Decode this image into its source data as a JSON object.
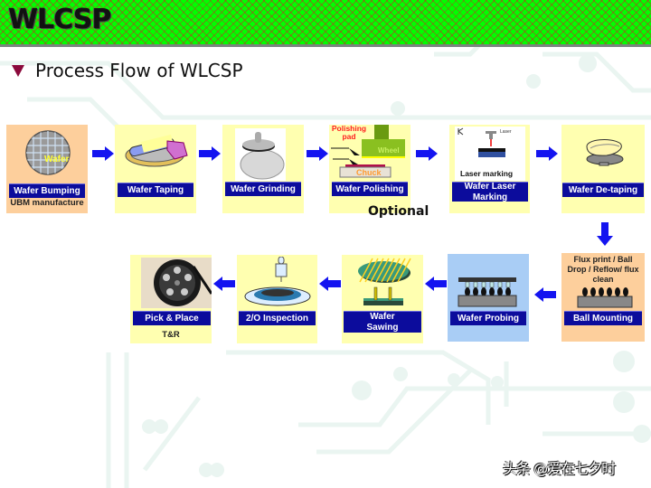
{
  "header": {
    "title": "WLCSP"
  },
  "subtitle": {
    "bullet_icon": "down-triangle-icon",
    "text": "Process Flow of WLCSP"
  },
  "colors": {
    "header_green": "#00ff00",
    "label_blue": "#0c0c9c",
    "box_yellow": "#ffffb0",
    "box_peach": "#fdcf9c",
    "box_lightblue": "#a9cdf5",
    "arrow_blue": "#1414f0",
    "bullet": "#8b0a3c"
  },
  "steps": [
    {
      "id": "wafer-bumping",
      "label": "Wafer Bumping",
      "note": "UBM manufacture",
      "image_text": "Wafer",
      "color": "peach"
    },
    {
      "id": "wafer-taping",
      "label": "Wafer Taping",
      "color": "yellow"
    },
    {
      "id": "wafer-grinding",
      "label": "Wafer Grinding",
      "color": "yellow"
    },
    {
      "id": "wafer-polishing",
      "label": "Wafer Polishing",
      "color": "yellow",
      "image_labels": {
        "pad": "Polishing pad",
        "wheel": "Wheel",
        "chuck": "Chuck"
      }
    },
    {
      "id": "wafer-laser-marking",
      "label": "Wafer Laser Marking",
      "color": "yellow",
      "image_labels": {
        "caption": "Laser marking",
        "laser": "Laser"
      }
    },
    {
      "id": "wafer-de-taping",
      "label": "Wafer De-taping",
      "color": "yellow"
    },
    {
      "id": "ball-mounting",
      "label": "Ball Mounting",
      "note": "Flux print / Ball Drop / Reflow/ flux clean",
      "color": "peach"
    },
    {
      "id": "wafer-probing",
      "label": "Wafer Probing",
      "color": "lightblue"
    },
    {
      "id": "wafer-sawing",
      "label": "Wafer Sawing",
      "color": "yellow"
    },
    {
      "id": "2o-inspection",
      "label": "2/O Inspection",
      "color": "yellow"
    },
    {
      "id": "pick-place",
      "label": "Pick & Place",
      "note": "T&R",
      "color": "yellow"
    }
  ],
  "optional_label": "Optional",
  "watermark": "头条 @爱在七夕时"
}
